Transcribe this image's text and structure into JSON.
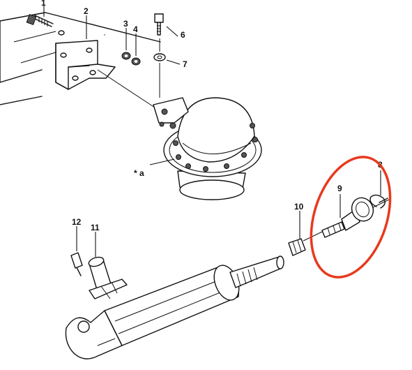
{
  "diagram": {
    "callouts": {
      "c1": "1",
      "c2": "2",
      "c3": "3",
      "c4": "4",
      "c6": "6",
      "c7": "7",
      "c8": "8",
      "c9": "9",
      "c10": "10",
      "c11": "11",
      "c12": "12",
      "ca": "* a"
    },
    "highlight": {
      "shape": "ellipse",
      "color": "#e8391d",
      "encloses": [
        "8",
        "9"
      ]
    }
  }
}
